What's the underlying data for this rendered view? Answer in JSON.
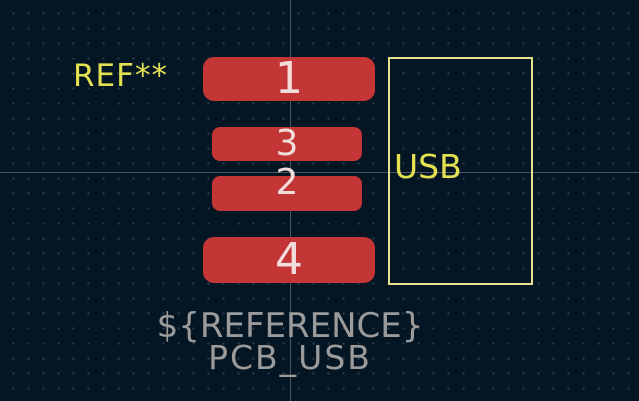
{
  "editor": {
    "description": "PCB footprint editor canvas showing a USB connector footprint"
  },
  "colors": {
    "background": "#041523",
    "grid_dot": "#2d3a47",
    "axis_line": "#4a5560",
    "pad_fill": "#c43636",
    "pad_number": "#f2dddd",
    "silkscreen_yellow": "#e3e052",
    "fab_outline_yellow": "#e5e28e",
    "fab_text_gray": "#9b9b9b"
  },
  "labels": {
    "reference": "REF**",
    "usb": "USB",
    "reference_var": "${REFERENCE}",
    "footprint_name": "PCB_USB"
  },
  "pads": [
    {
      "number": "1"
    },
    {
      "number": "3"
    },
    {
      "number": "2"
    },
    {
      "number": "4"
    }
  ]
}
